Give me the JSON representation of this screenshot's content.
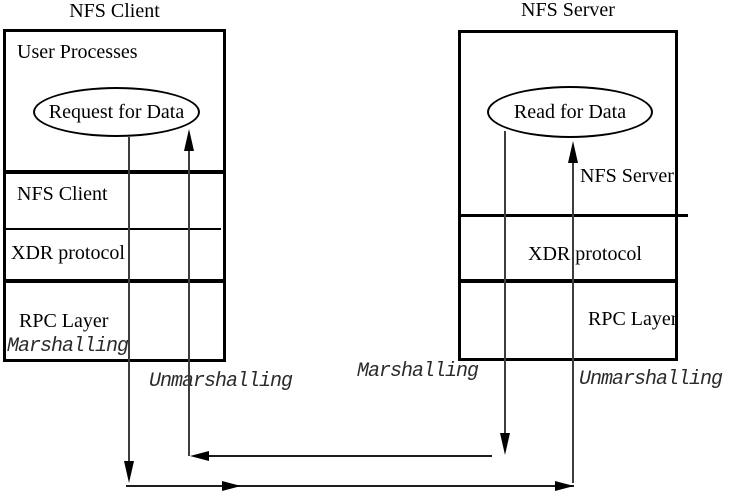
{
  "client": {
    "title": "NFS Client",
    "top_section": "User Processes",
    "ellipse": "Request for Data",
    "layer_nfs": "NFS Client",
    "layer_xdr": "XDR protocol",
    "layer_rpc": "RPC Layer",
    "marshalling": "Marshalling",
    "unmarshalling": "Unmarshalling"
  },
  "server": {
    "title": "NFS Server",
    "ellipse": "Read for Data",
    "layer_nfs": "NFS Server",
    "layer_xdr": "XDR protocol",
    "layer_rpc": "RPC Layer",
    "marshalling": "Marshalling",
    "unmarshalling": "Unmarshalling"
  },
  "colors": {
    "background": "#ffffff",
    "line": "#000000",
    "thin_line": "#3d3d3d",
    "annotation_text": "#2b2b2b"
  }
}
